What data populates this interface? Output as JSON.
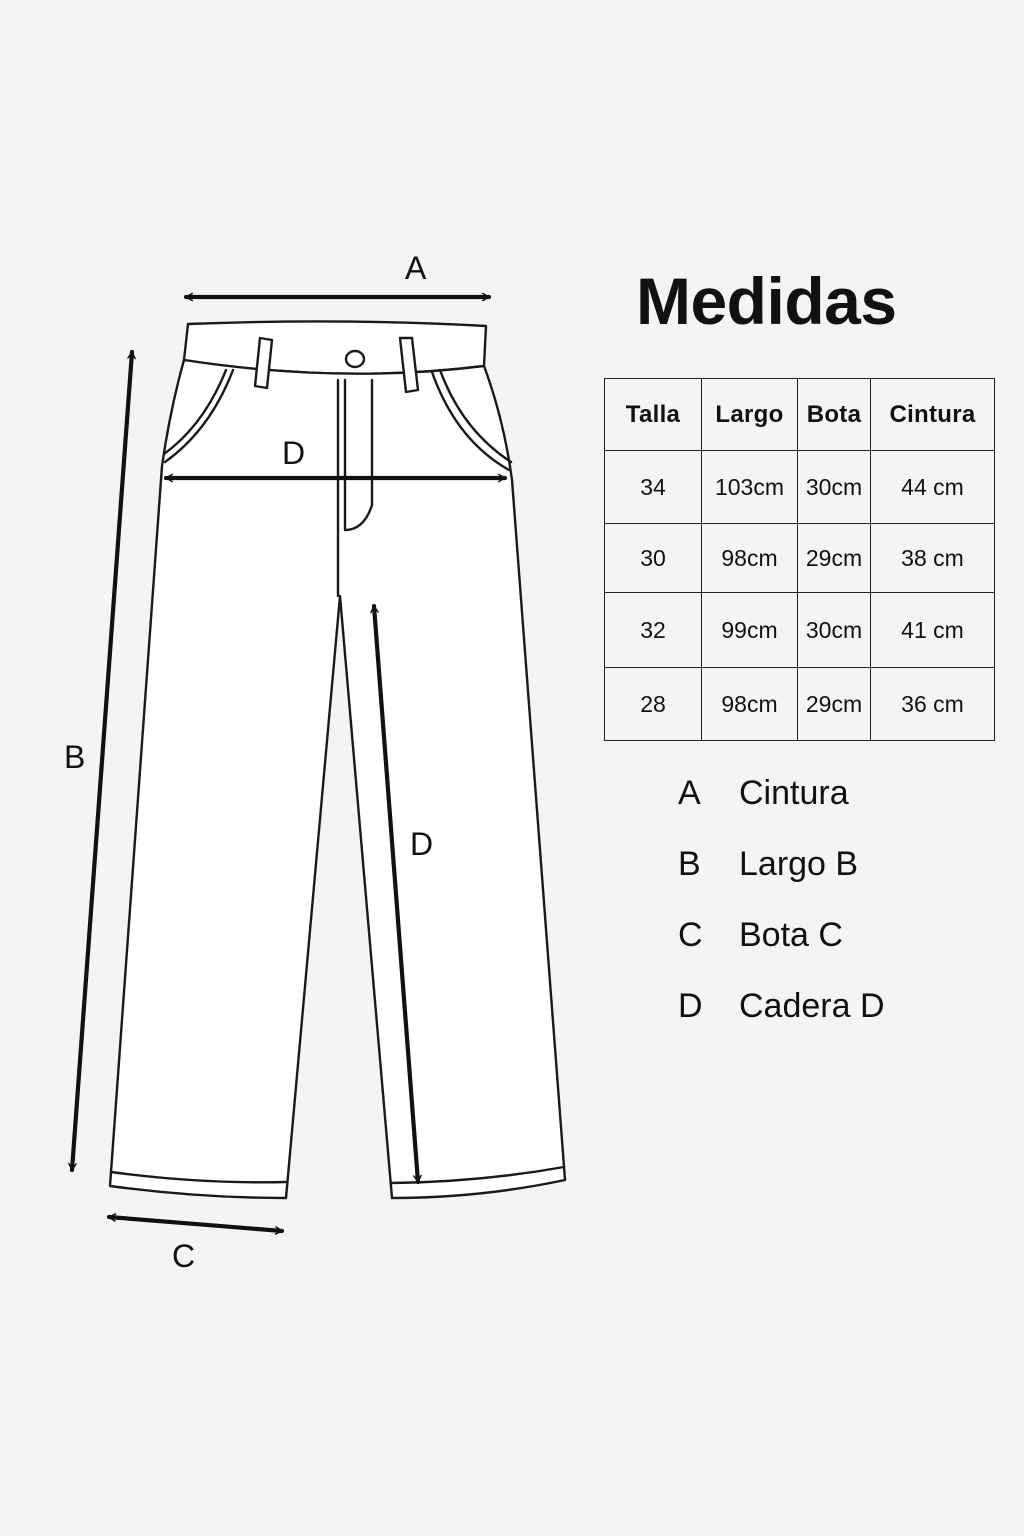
{
  "diagram": {
    "labels": {
      "a": "A",
      "b": "B",
      "c": "C",
      "d_hip": "D",
      "d_inseam": "D"
    }
  },
  "title": "Medidas",
  "table": {
    "headers": [
      "Talla",
      "Largo",
      "Bota",
      "Cintura"
    ],
    "rows": [
      [
        "34",
        "103cm",
        "30cm",
        "44 cm"
      ],
      [
        "30",
        "98cm",
        "29cm",
        "38 cm"
      ],
      [
        "32",
        "99cm",
        "30cm",
        "41 cm"
      ],
      [
        "28",
        "98cm",
        "29cm",
        "36 cm"
      ]
    ]
  },
  "legend": [
    {
      "key": "A",
      "label": "Cintura"
    },
    {
      "key": "B",
      "label": "Largo B"
    },
    {
      "key": "C",
      "label": "Bota C"
    },
    {
      "key": "D",
      "label": "Cadera D"
    }
  ]
}
